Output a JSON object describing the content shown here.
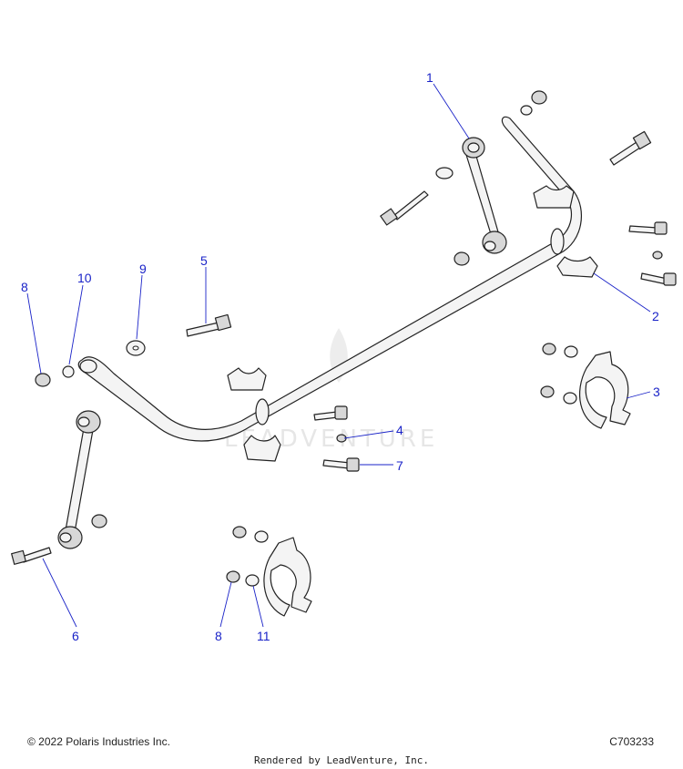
{
  "callouts": {
    "c1": "1",
    "c2": "2",
    "c3": "3",
    "c4": "4",
    "c5": "5",
    "c6": "6",
    "c7": "7",
    "c8a": "8",
    "c8b": "8",
    "c9": "9",
    "c10": "10",
    "c11": "11"
  },
  "watermark": "LEADVENTURE",
  "footer": {
    "copyright": "© 2022 Polaris Industries Inc.",
    "figure_code": "C703233",
    "rendered_by": "Rendered by LeadVenture, Inc."
  },
  "colors": {
    "callout": "#1a23c8",
    "linework": "#222222"
  }
}
